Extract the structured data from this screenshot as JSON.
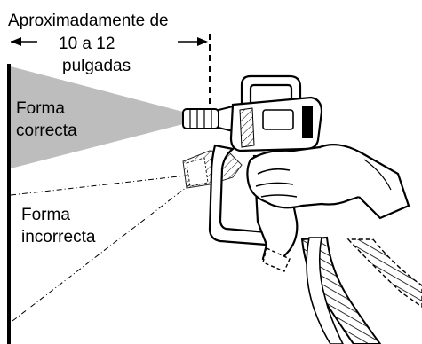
{
  "figure": {
    "distance_label_line1": "Aproximadamente de",
    "distance_label_line2": "10 a 12",
    "distance_label_line3": "pulgadas",
    "correct_label_line1": "Forma",
    "correct_label_line2": "correcta",
    "incorrect_label_line1": "Forma",
    "incorrect_label_line2": "incorrecta"
  },
  "colors": {
    "spray_fan": "#bdbdbd",
    "ink": "#000000",
    "paper": "#ffffff"
  },
  "icons": [
    "spray-gun-icon",
    "hand-icon",
    "hose-icon",
    "spray-tip-icon"
  ]
}
